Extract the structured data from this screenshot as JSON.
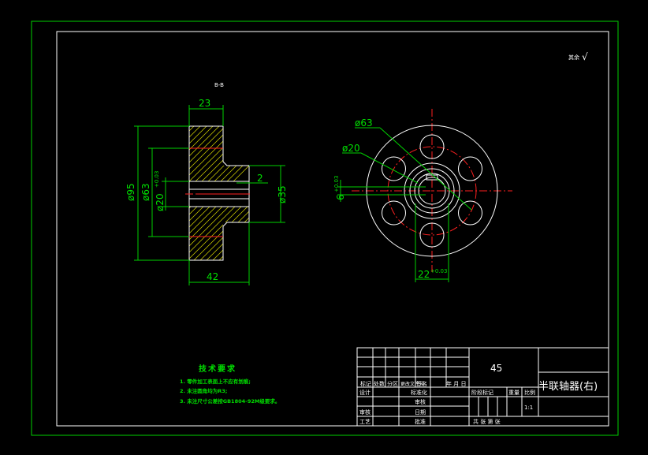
{
  "drawing": {
    "section_label": "B-B",
    "roughness_mark": "其余",
    "roughness_value": "√",
    "dims_left": {
      "width_top": "23",
      "outer_dia": "ø95",
      "mid_dia": "ø63",
      "bore_dia": "ø20",
      "bore_tol": "+0.03",
      "hub_dia": "ø35",
      "gap": "2",
      "length_bottom": "42"
    },
    "dims_right": {
      "pcd": "ø63",
      "bore": "ø20",
      "keyway_width": "22",
      "keyway_tol": "+0.03",
      "key_depth": "6",
      "key_depth_tol": "+0.03"
    }
  },
  "tech_req": {
    "title": "技术要求",
    "items": [
      "1. 零件加工表面上不应有划痕;",
      "2. 未注圆角均为R3;",
      "3. 未注尺寸公差按GB1804-92M级要求。"
    ]
  },
  "title_block": {
    "material": "45",
    "part_name": "半联轴器(右)",
    "row_labels": [
      "标记",
      "处数",
      "分区",
      "更改文件号",
      "签名",
      "年 月 日"
    ],
    "left_col": [
      "设计",
      "审核",
      "工艺"
    ],
    "mid_col": [
      "标准化",
      "审核",
      "日期",
      "批准"
    ],
    "right_labels": [
      "阶段标记",
      "重量",
      "比例"
    ],
    "scale": "1:1",
    "sheet_info": "共   张   第   张"
  }
}
